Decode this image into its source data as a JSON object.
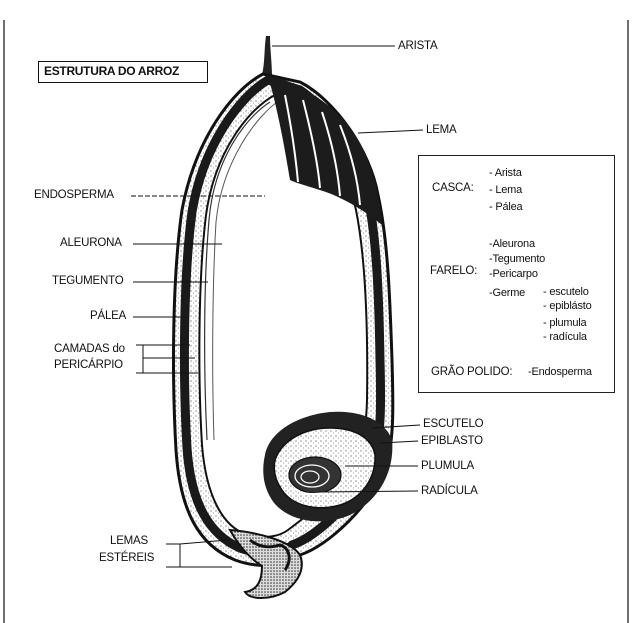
{
  "title": "ESTRUTURA DO ARROZ",
  "labels": {
    "arista": "ARISTA",
    "lema": "LEMA",
    "endosperma": "ENDOSPERMA",
    "aleurona": "ALEURONA",
    "tegumento": "TEGUMENTO",
    "palea": "PÁLEA",
    "camadas_line1": "CAMADAS do",
    "camadas_line2": "PERICÁRPIO",
    "escutelo": "ESCUTELO",
    "epiblasto": "EPIBLASTO",
    "plumula": "PLUMULA",
    "radicula": "RADÍCULA",
    "lemas_line1": "LEMAS",
    "lemas_line2": "ESTÉREIS"
  },
  "legend": {
    "casca": {
      "label": "CASCA:",
      "items": [
        "- Arista",
        "- Lema",
        "- Pálea"
      ]
    },
    "farelo": {
      "label": "FARELO:",
      "items": [
        "-Aleurona",
        "-Tegumento",
        "-Pericarpo",
        "-Germe"
      ],
      "germe_items": [
        "- escutelo",
        "- epiblásto",
        "- plumula",
        "- radícula"
      ]
    },
    "grao_polido": {
      "label": "GRÃO POLIDO:",
      "item": "-Endosperma"
    }
  }
}
